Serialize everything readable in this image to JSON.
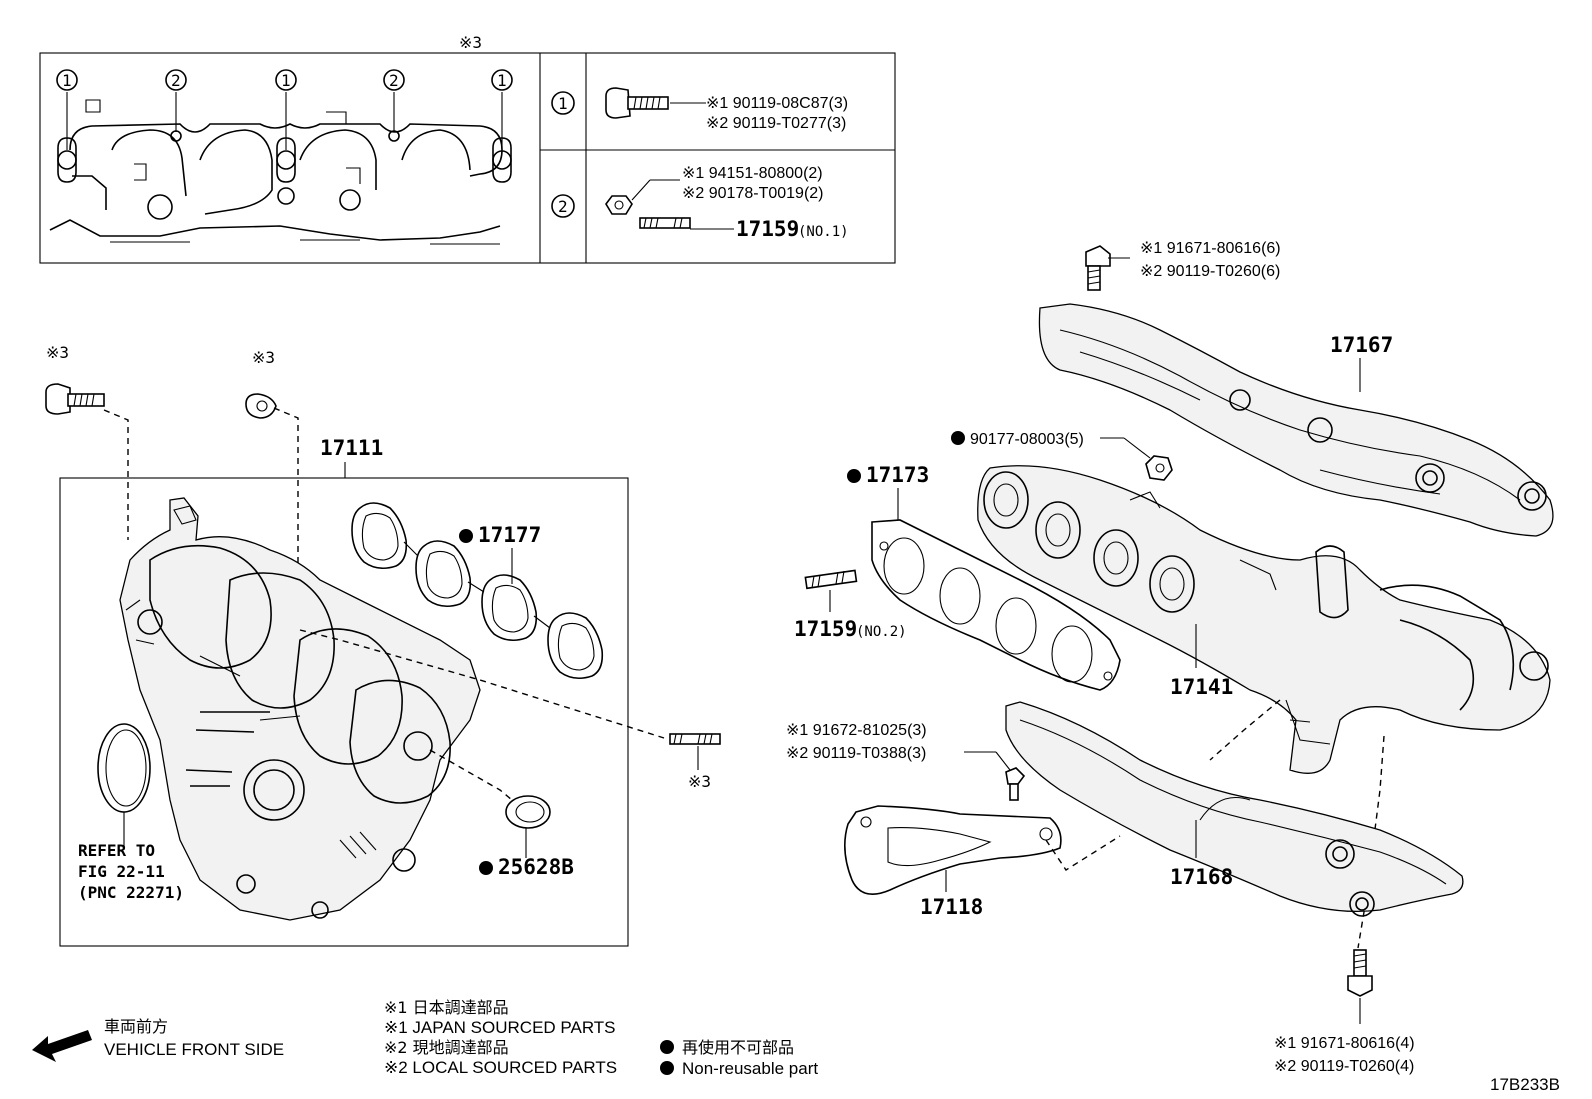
{
  "table": {
    "note_mark": "※3",
    "row1_num": "1",
    "row2_num": "2",
    "row1_line1": "※1 90119-08C87(3)",
    "row1_line2": "※2 90119-T0277(3)",
    "row2_line1": "※1 94151-80800(2)",
    "row2_line2": "※2 90178-T0019(2)",
    "row2_part": "17159",
    "row2_part_sub": "(NO.1)",
    "callout_1": "1",
    "callout_2": "2"
  },
  "intake": {
    "bolt_mark": "※3",
    "nut_mark": "※3",
    "stud_mark": "※3",
    "assembly_part": "17111",
    "gasket_part": "17177",
    "seal_part": "25628B",
    "refer_line1": "REFER TO",
    "refer_line2": "FIG 22-11",
    "refer_line3": "(PNC 22271)"
  },
  "exhaust": {
    "top_bolt_line1": "※1 91671-80616(6)",
    "top_bolt_line2": "※2 90119-T0260(6)",
    "upper_insulator": "17167",
    "nut": "90177-08003(5)",
    "gasket": "17173",
    "stud_part": "17159",
    "stud_sub": "(NO.2)",
    "manifold": "17141",
    "mid_bolt_line1": "※1 91672-81025(3)",
    "mid_bolt_line2": "※2 90119-T0388(3)",
    "bracket": "17118",
    "lower_insulator": "17168",
    "bottom_bolt_line1": "※1 91671-80616(4)",
    "bottom_bolt_line2": "※2 90119-T0260(4)"
  },
  "legend": {
    "front_jp": "車両前方",
    "front_en": "VEHICLE FRONT SIDE",
    "jp_source_jp": "※1  日本調達部品",
    "jp_source_en": "※1  JAPAN SOURCED PARTS",
    "local_jp": "※2  現地調達部品",
    "local_en": "※2  LOCAL SOURCED PARTS",
    "nonreuse_jp": "再使用不可部品",
    "nonreuse_en": "Non-reusable part"
  },
  "figure_code": "17B233B"
}
